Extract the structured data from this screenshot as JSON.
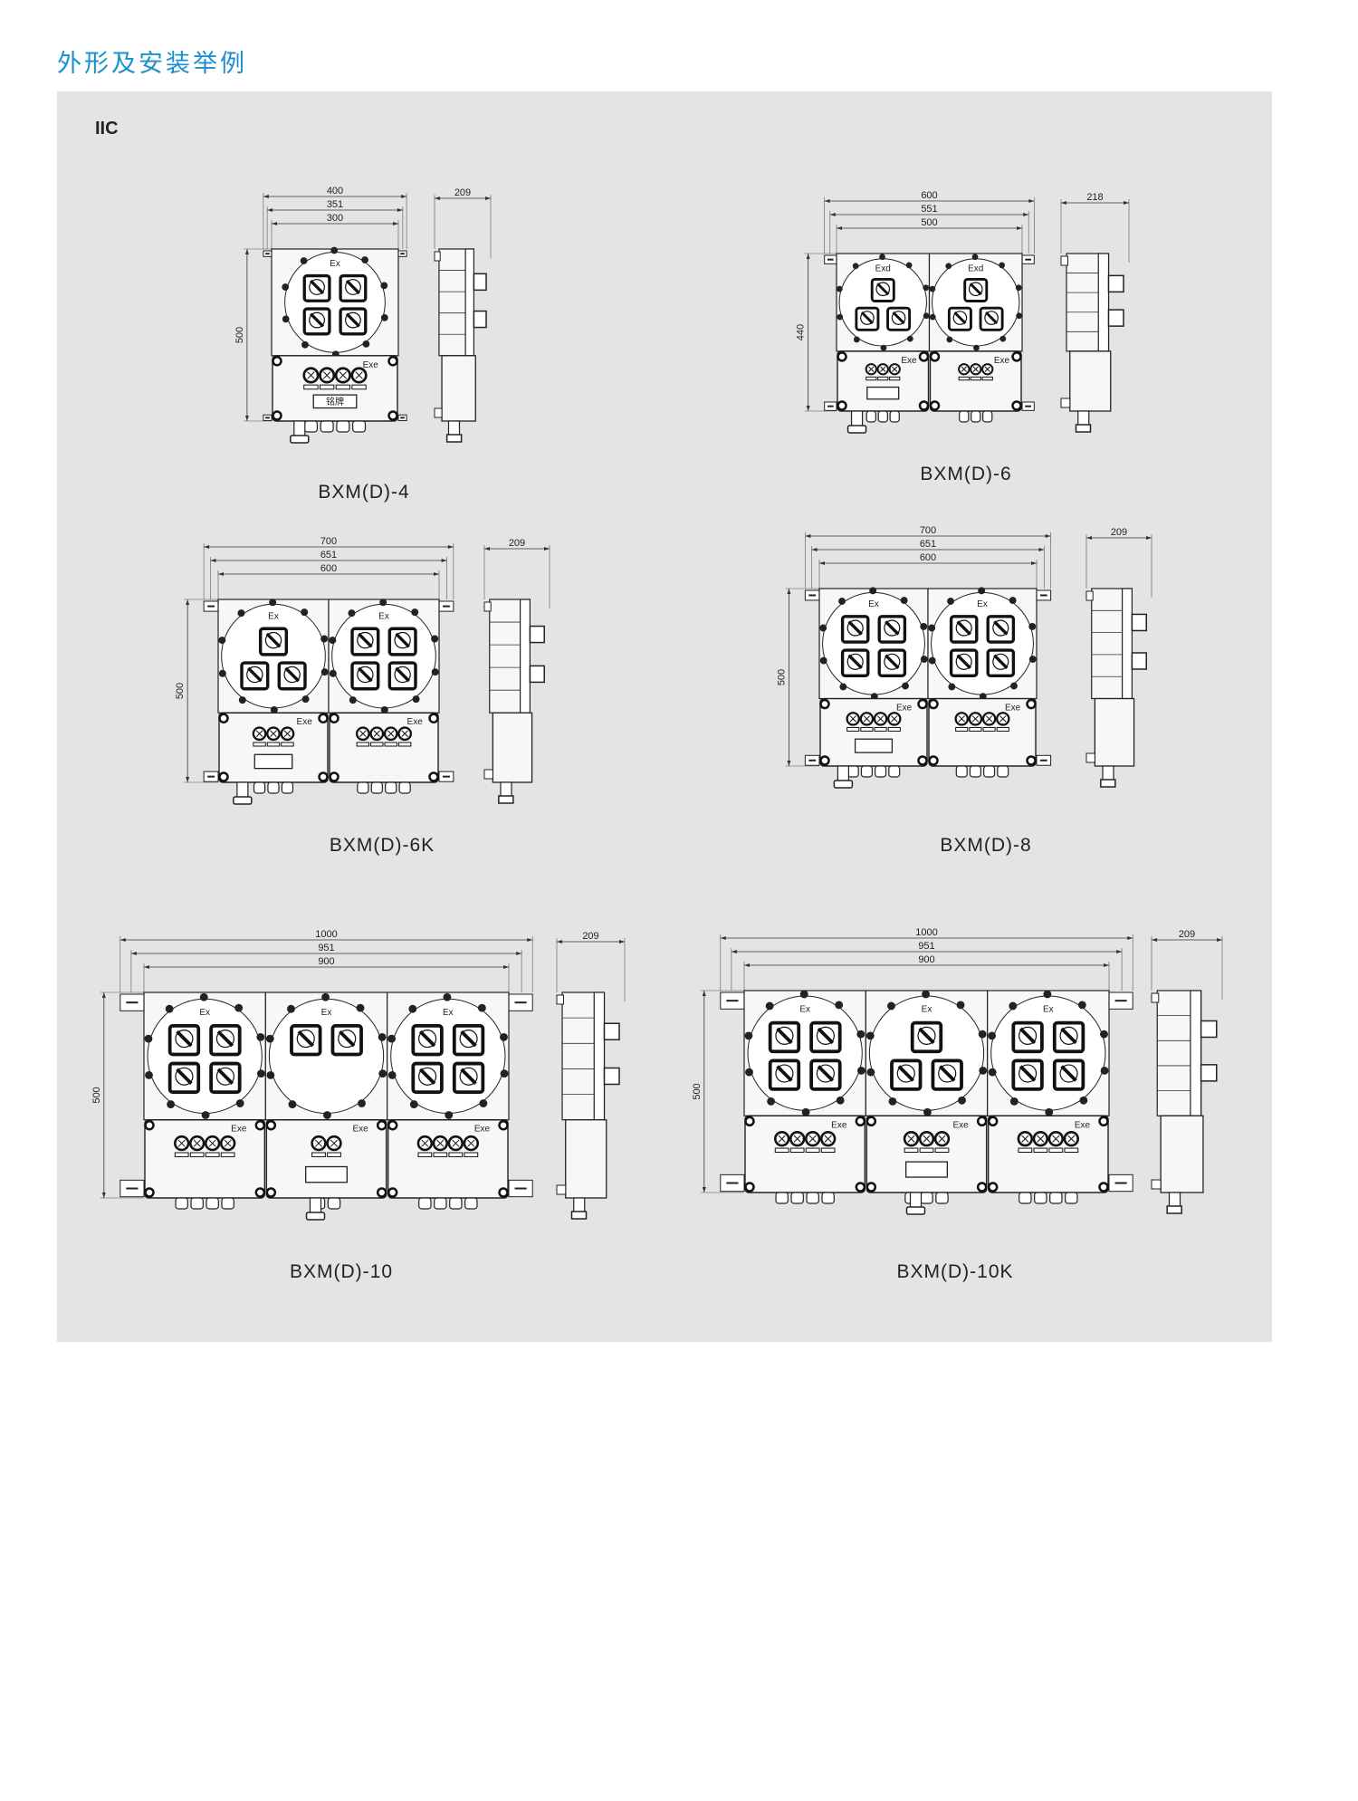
{
  "page": {
    "title": "外形及安装举例",
    "grade": "IIC"
  },
  "drawings": [
    {
      "model": "BXM(D)-4",
      "width_dims": [
        "400",
        "351",
        "300"
      ],
      "height_dim": "500",
      "depth_dim": "209",
      "modules": [
        {
          "top_label": "Ex",
          "switches": 4,
          "terminals": 4,
          "nameplate": "铭牌"
        }
      ]
    },
    {
      "model": "BXM(D)-6",
      "width_dims": [
        "600",
        "551",
        "500"
      ],
      "height_dim": "440",
      "depth_dim": "218",
      "modules": [
        {
          "top_label": "Exd",
          "switches": 3,
          "terminals": 3,
          "nameplate": ""
        },
        {
          "top_label": "Exd",
          "switches": 3,
          "terminals": 3
        }
      ]
    },
    {
      "model": "BXM(D)-6K",
      "width_dims": [
        "700",
        "651",
        "600"
      ],
      "height_dim": "500",
      "depth_dim": "209",
      "modules": [
        {
          "top_label": "Ex",
          "switches": 3,
          "terminals": 3,
          "nameplate": ""
        },
        {
          "top_label": "Ex",
          "switches": 4,
          "terminals": 4
        }
      ]
    },
    {
      "model": "BXM(D)-8",
      "width_dims": [
        "700",
        "651",
        "600"
      ],
      "height_dim": "500",
      "depth_dim": "209",
      "modules": [
        {
          "top_label": "Ex",
          "switches": 4,
          "terminals": 4,
          "nameplate": ""
        },
        {
          "top_label": "Ex",
          "switches": 4,
          "terminals": 4
        }
      ]
    },
    {
      "model": "BXM(D)-10",
      "width_dims": [
        "1000",
        "951",
        "900"
      ],
      "height_dim": "500",
      "depth_dim": "209",
      "modules": [
        {
          "top_label": "Ex",
          "switches": 4,
          "terminals": 4
        },
        {
          "top_label": "Ex",
          "switches": 2,
          "terminals": 2,
          "nameplate": ""
        },
        {
          "top_label": "Ex",
          "switches": 4,
          "terminals": 4
        }
      ]
    },
    {
      "model": "BXM(D)-10K",
      "width_dims": [
        "1000",
        "951",
        "900"
      ],
      "height_dim": "500",
      "depth_dim": "209",
      "modules": [
        {
          "top_label": "Ex",
          "switches": 4,
          "terminals": 4
        },
        {
          "top_label": "Ex",
          "switches": 3,
          "terminals": 3,
          "nameplate": ""
        },
        {
          "top_label": "Ex",
          "switches": 4,
          "terminals": 4
        }
      ]
    }
  ],
  "labels": {
    "lower_label": "Exe"
  }
}
